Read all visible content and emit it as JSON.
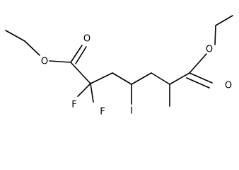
{
  "molecule": {
    "atoms": {
      "o_ether_left": "O",
      "o_carbonyl_left": "O",
      "f_left": "F",
      "f_right": "F",
      "iodine": "I",
      "o_ether_right": "O",
      "o_carbonyl_right": "O"
    }
  }
}
